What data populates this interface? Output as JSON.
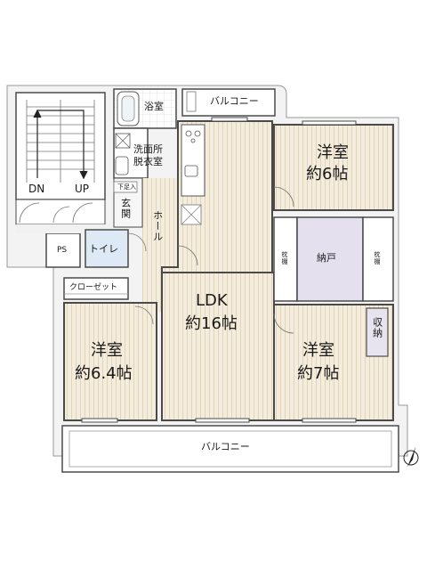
{
  "rooms": {
    "bath": "浴室",
    "balcony_top": "バルコニー",
    "washroom_line1": "洗面所",
    "washroom_line2": "脱衣室",
    "shoe_box": "下足入",
    "entrance": "玄関",
    "hall": "ホール",
    "toilet": "トイレ",
    "ps": "PS",
    "closet": "クローゼット",
    "western_6_name": "洋室",
    "western_6_size": "約6帖",
    "storage_room": "納戸",
    "pillow_shelf_left": "枕棚",
    "pillow_shelf_right": "枕棚",
    "ldk_name": "LDK",
    "ldk_size": "約16帖",
    "western_64_name": "洋室",
    "western_64_size": "約6.4帖",
    "western_7_name": "洋室",
    "western_7_size": "約7帖",
    "storage": "収納",
    "balcony_bottom": "バルコニー"
  },
  "stairs": {
    "down": "DN",
    "up": "UP"
  },
  "colors": {
    "wall": "#4a4a4a",
    "floor_wood": "#f4ecdc",
    "floor_wood_line": "#e2d4b8",
    "storage_room_fill": "#e4e0ee",
    "toilet_fill": "#dde9f4",
    "corridor_fill": "#f1f1f1",
    "balcony_fill": "#ffffff"
  },
  "icons": {
    "compass": "north-arrow-icon",
    "bathtub": "bathtub-icon",
    "sink": "sink-icon",
    "stove": "stove-icon",
    "washer": "washing-machine-icon"
  }
}
